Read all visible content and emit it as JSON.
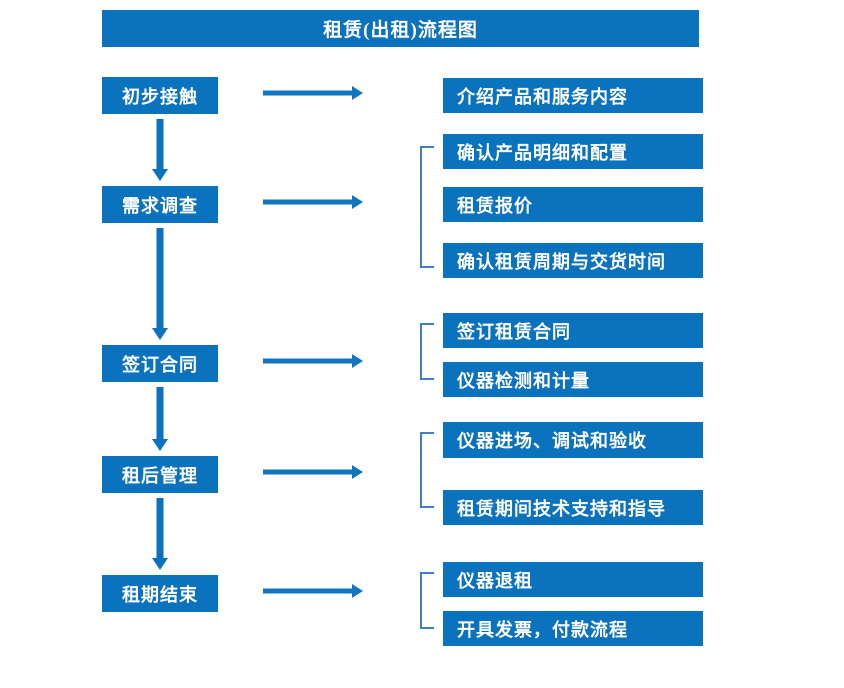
{
  "diagram": {
    "title": "租赁(出租)流程图",
    "accent_color": "#0b72bd",
    "bracket_color": "#3f7fbd",
    "text_color": "#ffffff",
    "background_color": "#ffffff"
  },
  "stages": [
    {
      "label": "初步接触"
    },
    {
      "label": "需求调查"
    },
    {
      "label": "签订合同"
    },
    {
      "label": "租后管理"
    },
    {
      "label": "租期结束"
    }
  ],
  "details": [
    {
      "label": "介绍产品和服务内容"
    },
    {
      "label": "确认产品明细和配置"
    },
    {
      "label": "租赁报价"
    },
    {
      "label": "确认租赁周期与交货时间"
    },
    {
      "label": "签订租赁合同"
    },
    {
      "label": "仪器检测和计量"
    },
    {
      "label": "仪器进场、调试和验收"
    },
    {
      "label": "租赁期间技术支持和指导"
    },
    {
      "label": "仪器退租"
    },
    {
      "label": "开具发票，付款流程"
    }
  ],
  "connectors": {
    "down_arrow_name": "down-arrow-icon",
    "right_arrow_name": "right-arrow-icon",
    "bracket_name": "group-bracket"
  }
}
